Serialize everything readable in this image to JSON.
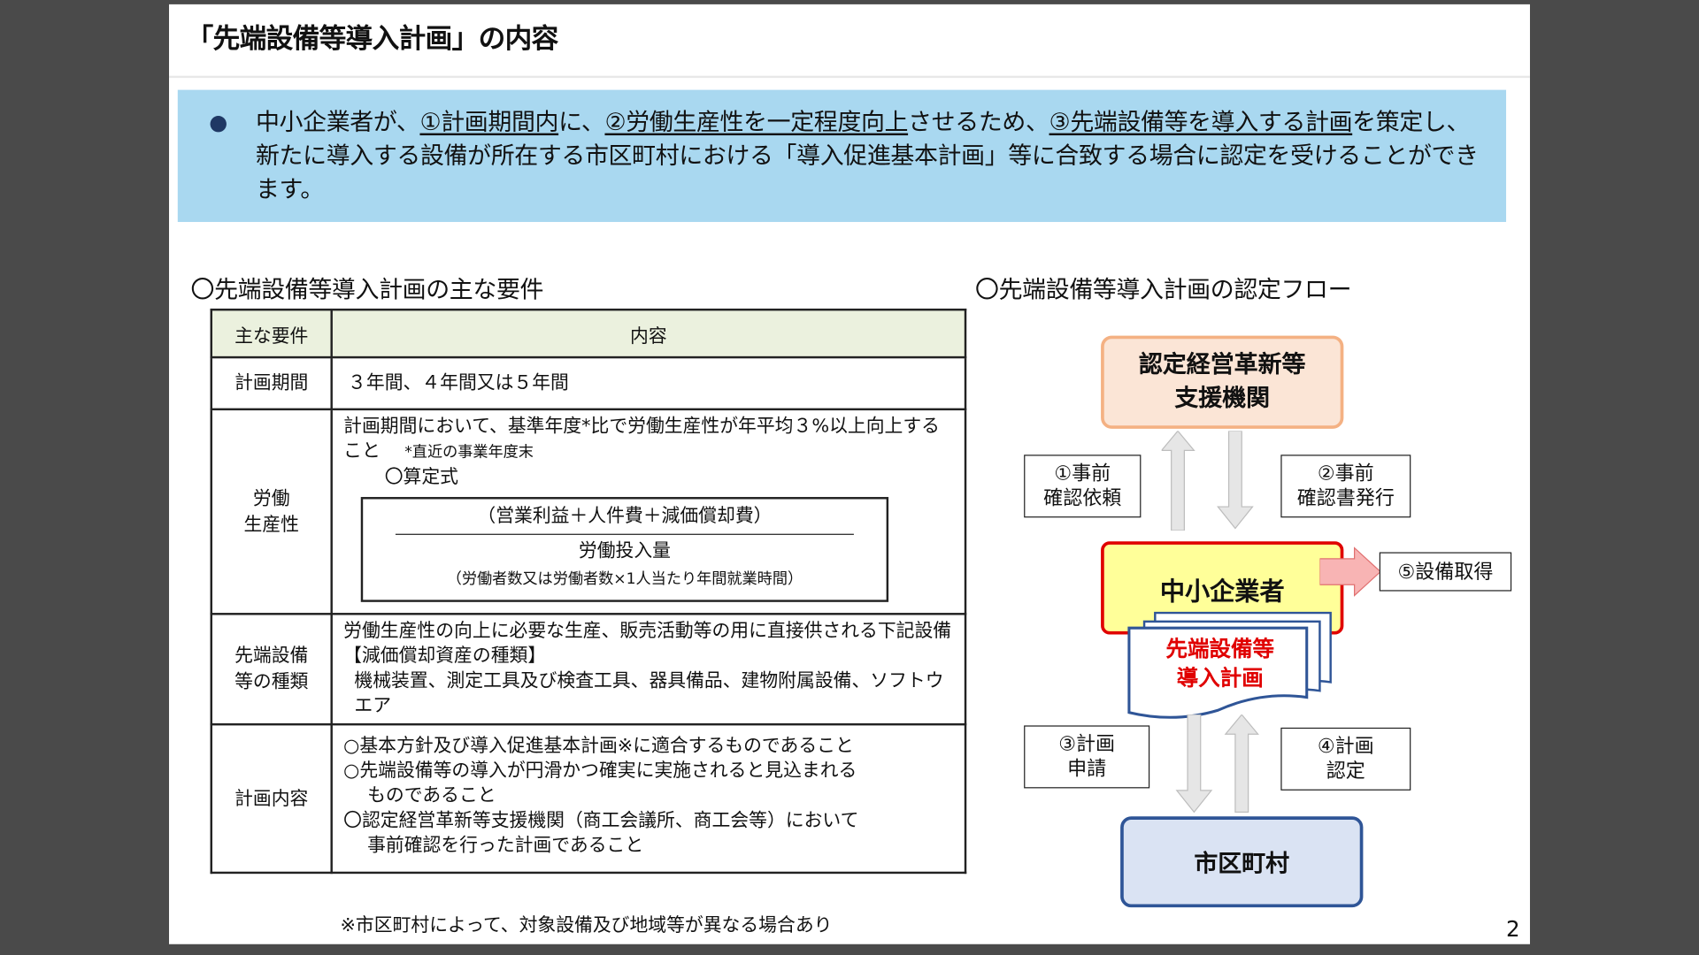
{
  "title": "「先端設備等導入計画」の内容",
  "summary": {
    "seg1": "中小企業者が、",
    "seg2": "①計画期間内",
    "seg3": "に、",
    "seg4": "②労働生産性を一定程度向上",
    "seg5": "させるため、",
    "seg6": "③先端設備等を導入する計画",
    "seg7": "を策定し、新たに導入する設備が所在する市区町村における「導入促進基本計画」等に合致する場合に認定を受けることができます。"
  },
  "requirements": {
    "heading": "〇先端設備等導入計画の主な要件",
    "col_key": "主な要件",
    "col_content": "内容",
    "period": {
      "key": "計画期間",
      "value": "３年間、４年間又は５年間"
    },
    "productivity": {
      "key1": "労働",
      "key2": "生産性",
      "line1": "計画期間において、基準年度*比で労働生産性が年平均３%以上向上すること",
      "note": "*直近の事業年度末",
      "formula_label": "〇算定式",
      "numerator": "（営業利益＋人件費＋減価償却費）",
      "denominator": "労働投入量",
      "denominator_note": "（労働者数又は労働者数×1人当たり年間就業時間）"
    },
    "equipment": {
      "key1": "先端設備",
      "key2": "等の種類",
      "line1": "労働生産性の向上に必要な生産、販売活動等の用に直接供される下記設備",
      "line2": "【減価償却資産の種類】",
      "line3": "機械装置、測定工具及び検査工具、器具備品、建物附属設備、ソフトウエア"
    },
    "content": {
      "key": "計画内容",
      "item1": "○基本方針及び導入促進基本計画※に適合するものであること",
      "item2a": "○先端設備等の導入が円滑かつ確実に実施されると見込まれる",
      "item2b": "ものであること",
      "item3a": "〇認定経営革新等支援機関（商工会議所、商工会等）において",
      "item3b": "事前確認を行った計画であること"
    },
    "footnote": "※市区町村によって、対象設備及び地域等が異なる場合あり"
  },
  "flow": {
    "heading": "〇先端設備等導入計画の認定フロー",
    "org_line1": "認定経営革新等",
    "org_line2": "支援機関",
    "step1_line1": "①事前",
    "step1_line2": "確認依頼",
    "step2_line1": "②事前",
    "step2_line2": "確認書発行",
    "sme": "中小企業者",
    "step5": "⑤設備取得",
    "doc_line1": "先端設備等",
    "doc_line2": "導入計画",
    "step3_line1": "③計画",
    "step3_line2": "申請",
    "step4_line1": "④計画",
    "step4_line2": "認定",
    "city": "市区町村"
  },
  "page_number": "2",
  "colors": {
    "summary_bg": "#a9d8f0",
    "table_header_bg": "#ebf1de",
    "org_fill": "#fbe5d6",
    "org_border": "#f4b183",
    "sme_fill": "#ffff99",
    "sme_border": "#e00000",
    "city_fill": "#dae3f3",
    "city_border": "#2f5597",
    "plan_text": "#e00000",
    "pink_arrow": "#f8b4b4"
  }
}
